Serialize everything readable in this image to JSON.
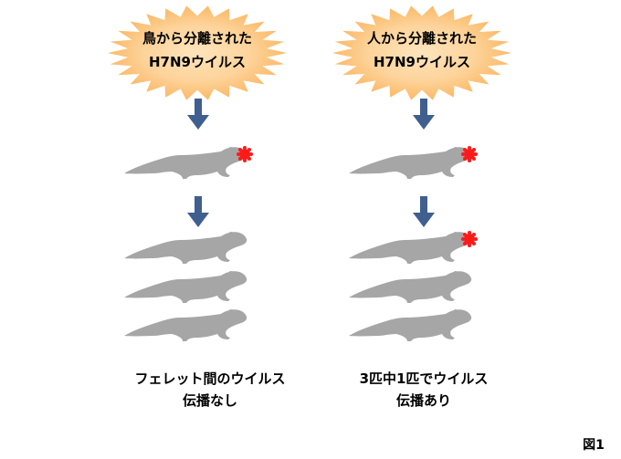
{
  "left": {
    "burst_line1": "鳥から分離された",
    "burst_line2": "H7N9ウイルス",
    "caption_line1": "フェレット間のウイルス",
    "caption_line2": "伝播なし"
  },
  "right": {
    "burst_line1": "人から分離された",
    "burst_line2": "H7N9ウイルス",
    "caption_line1": "3匹中1匹でウイルス",
    "caption_line2": "伝播あり"
  },
  "figure_label": "図1",
  "colors": {
    "burst_fill": "#fdd9a2",
    "burst_glow": "#fbb967",
    "arrow": "#3f5f8f",
    "ferret": "#a6a6a6",
    "virus": "#ff1a1a"
  }
}
